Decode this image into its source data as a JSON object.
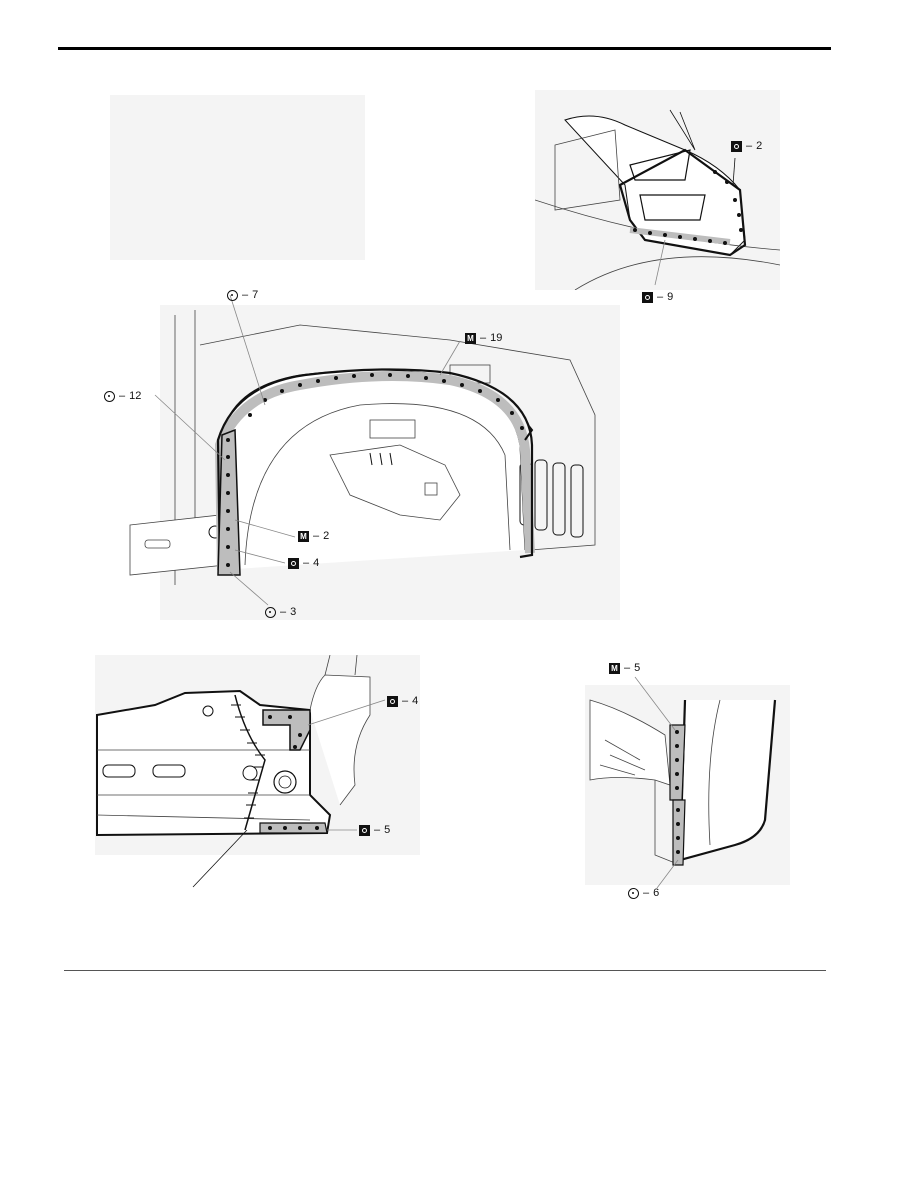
{
  "labels": {
    "top_right_1": {
      "symbol": "square",
      "text": "2"
    },
    "top_right_2": {
      "symbol": "square",
      "text": "9"
    },
    "main_1": {
      "symbol": "spot",
      "text": "7"
    },
    "main_2": {
      "symbol": "mig",
      "text": "19"
    },
    "main_3": {
      "symbol": "spot",
      "text": "12"
    },
    "main_4": {
      "symbol": "mig",
      "text": "2"
    },
    "main_5": {
      "symbol": "square",
      "text": "4"
    },
    "main_6": {
      "symbol": "spot",
      "text": "3"
    },
    "bottom_left_1": {
      "symbol": "square",
      "text": "4"
    },
    "bottom_left_2": {
      "symbol": "square",
      "text": "5"
    },
    "bottom_right_1": {
      "symbol": "mig",
      "text": "5"
    },
    "bottom_right_2": {
      "symbol": "spot",
      "text": "6"
    }
  },
  "symbols": {
    "mig_letter": "M",
    "dash": "–"
  },
  "colors": {
    "line": "#111111",
    "weld_band": "#bdbdbd",
    "paper": "#ffffff",
    "backdrop": "#f4f4f4"
  }
}
